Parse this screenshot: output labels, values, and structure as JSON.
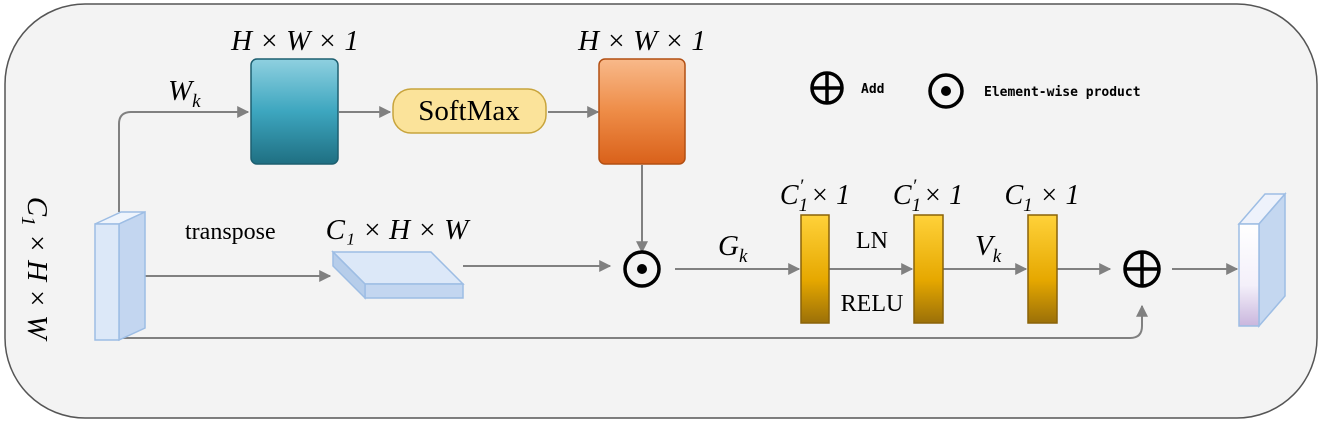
{
  "dims": {
    "top": "H × W × 1",
    "middle": "C₁ × H × W",
    "input_parts": [
      "C",
      "1",
      " × H × W"
    ],
    "fc1_base": "C",
    "fc1_sub": "1",
    "fc1_sup": "′",
    "fc1_rest": " × 1",
    "fc2_base": "C",
    "fc2_sub": "1",
    "fc2_sup": "′",
    "fc2_rest": " × 1",
    "fc3_base": "C",
    "fc3_sub": "1",
    "fc3_rest": " × 1"
  },
  "labels": {
    "wk_base": "W",
    "wk_sub": "k",
    "gk_base": "G",
    "gk_sub": "k",
    "vk_base": "V",
    "vk_sub": "k",
    "softmax": "SoftMax",
    "transpose": "transpose",
    "ln": "LN",
    "relu": "RELU"
  },
  "legend": {
    "add": "Add",
    "product": "Element-wise product"
  },
  "colors": {
    "teal": "#2d8ba2",
    "orange": "#e6762a",
    "gold": "#e8b004",
    "softmax_fill": "#fbe39a",
    "light_blue": "#dce8f8",
    "arrow": "#808080"
  }
}
